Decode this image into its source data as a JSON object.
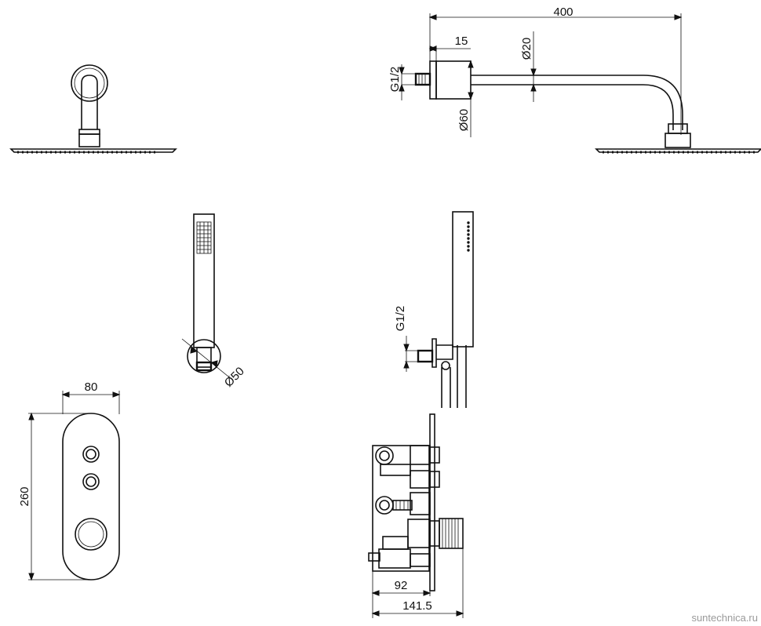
{
  "dimensions": {
    "arm_length": "400",
    "flange_depth": "15",
    "arm_diameter": "Ø20",
    "flange_diameter": "Ø60",
    "thread_top": "G1/2",
    "thread_handshower": "G1/2",
    "handshower_holder": "Ø50",
    "plate_width": "80",
    "plate_height": "260",
    "box_depth": "92",
    "box_total_depth": "141.5"
  },
  "watermark": "suntechnica.ru",
  "colors": {
    "line": "#111111",
    "background": "#ffffff",
    "watermark": "#9a9a9a"
  }
}
